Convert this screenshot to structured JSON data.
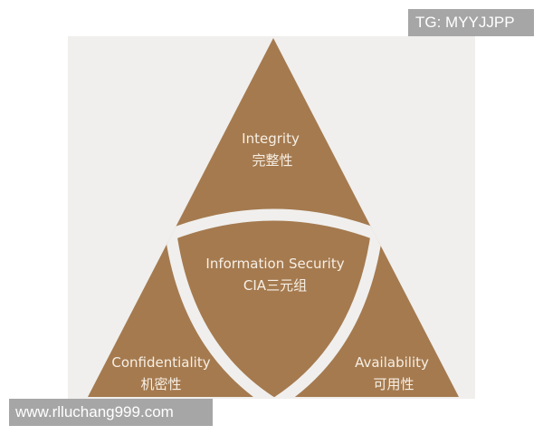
{
  "diagram": {
    "center": {
      "title": "Information Security",
      "subtitle": "CIA三元组"
    },
    "top": {
      "title": "Integrity",
      "subtitle": "完整性"
    },
    "left": {
      "title": "Confidentiality",
      "subtitle": "机密性"
    },
    "right": {
      "title": "Availability",
      "subtitle": "可用性"
    },
    "colors": {
      "segment": "#a57a4f",
      "separator": "#f0efed",
      "text": "#f7efe4"
    }
  },
  "watermarks": {
    "top_right": "TG: MYYJJPP",
    "bottom_left": "www.rlluchang999.com"
  }
}
